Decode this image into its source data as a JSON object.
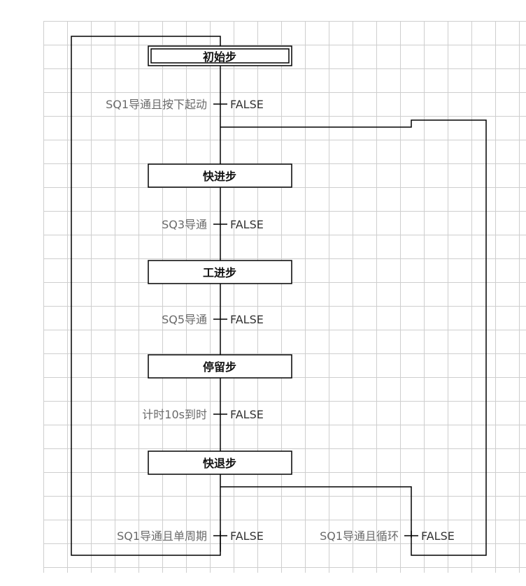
{
  "steps": [
    {
      "id": "init",
      "label": "初始步",
      "initial": true
    },
    {
      "id": "fast-forward",
      "label": "快进步"
    },
    {
      "id": "work-feed",
      "label": "工进步"
    },
    {
      "id": "dwell",
      "label": "停留步"
    },
    {
      "id": "fast-return",
      "label": "快退步"
    }
  ],
  "transitions": [
    {
      "condition": "SQ1导通且按下起动",
      "value": "FALSE"
    },
    {
      "condition": "SQ3导通",
      "value": "FALSE"
    },
    {
      "condition": "SQ5导通",
      "value": "FALSE"
    },
    {
      "condition": "计时10s到时",
      "value": "FALSE"
    },
    {
      "condition": "SQ1导通且单周期",
      "value": "FALSE"
    },
    {
      "condition": "SQ1导通且循环",
      "value": "FALSE"
    }
  ],
  "colors": {
    "line": "#000000",
    "grid": "#c9c9c9",
    "condition_text": "#6a6a6a"
  }
}
